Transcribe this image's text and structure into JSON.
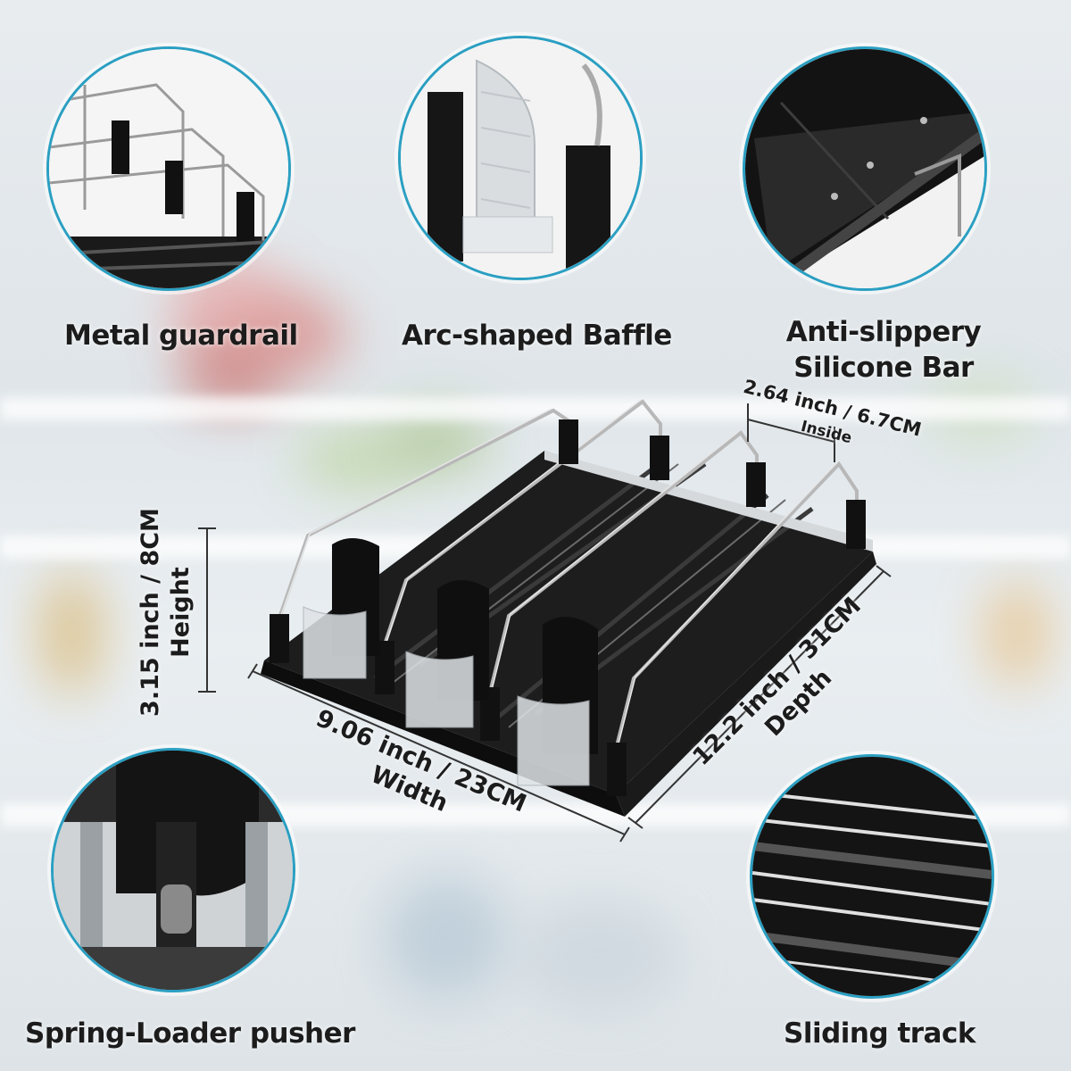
{
  "features": {
    "metal_guardrail": "Metal guardrail",
    "arc_baffle": "Arc-shaped Baffle",
    "silicone_bar_line1": "Anti-slippery",
    "silicone_bar_line2": "Silicone Bar",
    "spring_pusher": "Spring-Loader pusher",
    "sliding_track": "Sliding track"
  },
  "dimensions": {
    "inside_value": "2.64 inch / 6.7CM",
    "inside_label": "Inside",
    "height_value": "3.15 inch / 8CM",
    "height_label": "Height",
    "width_value": "9.06 inch / 23CM",
    "width_label": "Width",
    "depth_value": "12.2 inch / 31CM",
    "depth_label": "Depth"
  },
  "colors": {
    "circle_border": "#2a9fc2",
    "product_black": "#111111",
    "label_text": "#1c1c1c"
  }
}
